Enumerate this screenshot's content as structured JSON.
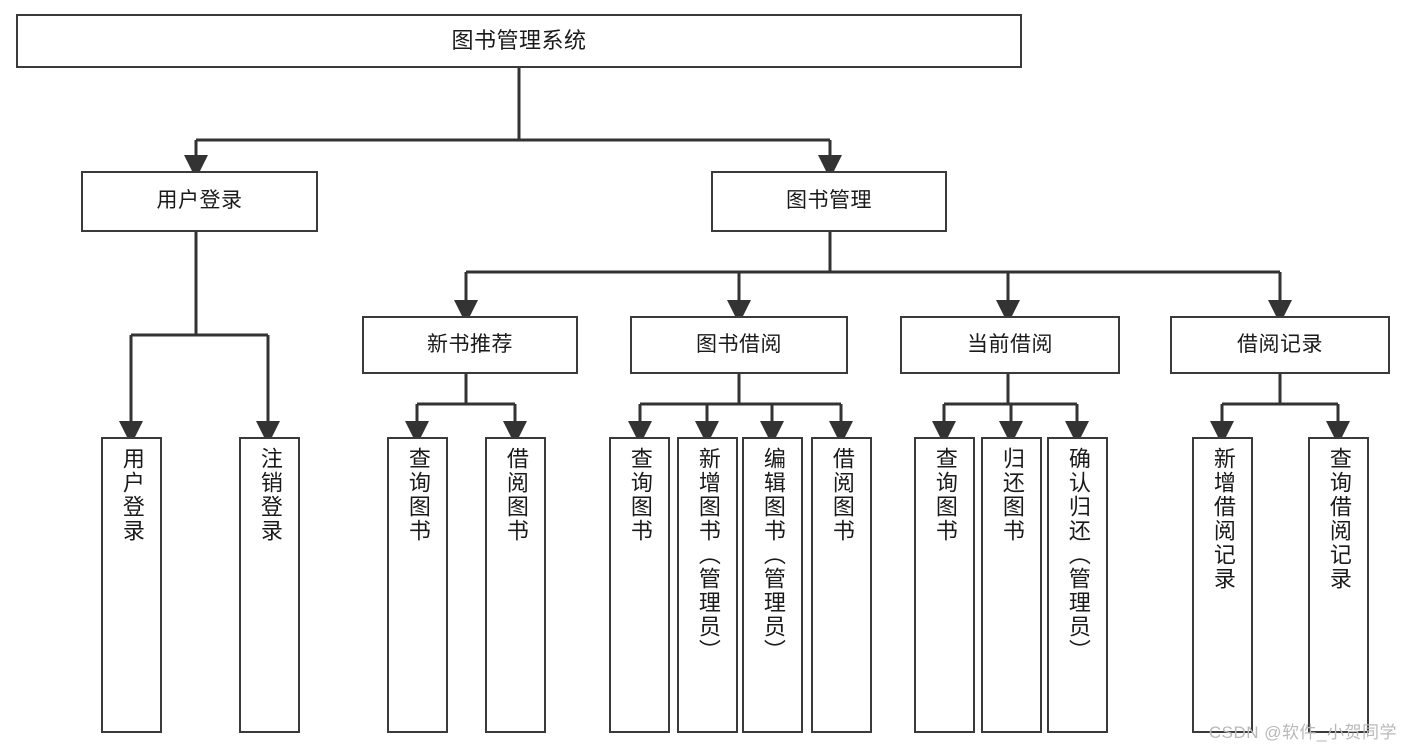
{
  "diagram": {
    "title": "图书管理系统",
    "type": "hierarchy-tree",
    "root": {
      "id": "root",
      "label": "图书管理系统"
    },
    "level2": [
      {
        "id": "user-login",
        "label": "用户登录"
      },
      {
        "id": "book-manage",
        "label": "图书管理"
      }
    ],
    "level3": [
      {
        "id": "new-book-recommend",
        "label": "新书推荐"
      },
      {
        "id": "book-borrow",
        "label": "图书借阅"
      },
      {
        "id": "current-borrow",
        "label": "当前借阅"
      },
      {
        "id": "borrow-record",
        "label": "借阅记录"
      }
    ],
    "leaves": {
      "user_login": [
        {
          "id": "leaf-user-login",
          "label": "用户登录"
        },
        {
          "id": "leaf-logout-login",
          "label": "注销登录"
        }
      ],
      "new_book_recommend": [
        {
          "id": "leaf-query-book-1",
          "label": "查询图书"
        },
        {
          "id": "leaf-borrow-book-1",
          "label": "借阅图书"
        }
      ],
      "book_borrow": [
        {
          "id": "leaf-query-book-2",
          "label": "查询图书"
        },
        {
          "id": "leaf-add-book",
          "label": "新增图书（管理员）"
        },
        {
          "id": "leaf-edit-book",
          "label": "编辑图书（管理员）"
        },
        {
          "id": "leaf-borrow-book-2",
          "label": "借阅图书"
        }
      ],
      "current_borrow": [
        {
          "id": "leaf-query-book-3",
          "label": "查询图书"
        },
        {
          "id": "leaf-return-book",
          "label": "归还图书"
        },
        {
          "id": "leaf-confirm-return",
          "label": "确认归还（管理员）"
        }
      ],
      "borrow_record": [
        {
          "id": "leaf-add-record",
          "label": "新增借阅记录"
        },
        {
          "id": "leaf-query-record",
          "label": "查询借阅记录"
        }
      ]
    }
  },
  "watermark": {
    "text": "CSDN @软件_小贺同学"
  },
  "colors": {
    "box_border": "#3a3a3a",
    "box_fill": "#ffffff",
    "edge": "#333333",
    "text": "#1a1a1a",
    "watermark": "#b9b9b9",
    "background": "#ffffff"
  }
}
